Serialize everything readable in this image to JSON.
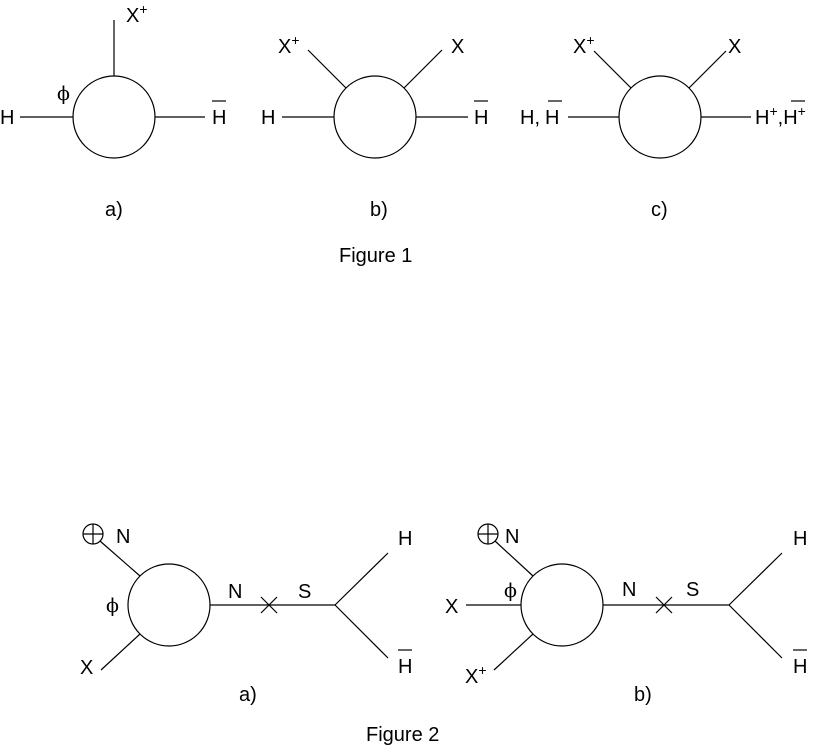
{
  "figure1": {
    "caption": "Figure 1",
    "a": {
      "sub": "a)",
      "top": "X",
      "top_sup": "+",
      "left": "H",
      "right": "H",
      "angle": "ϕ"
    },
    "b": {
      "sub": "b)",
      "top_left": "X",
      "top_left_sup": "+",
      "top_right": "X",
      "left": "H",
      "right": "H"
    },
    "c": {
      "sub": "c)",
      "top_left": "X",
      "top_left_sup": "+",
      "top_right": "X",
      "left_1": "H,",
      "left_2": "H",
      "right_1": "H",
      "right_1_sup": "+",
      "right_sep": ",",
      "right_2": "H",
      "right_2_sup": "+"
    }
  },
  "figure2": {
    "caption": "Figure 2",
    "a": {
      "sub": "a)",
      "top": "N",
      "bottom": "X",
      "angle": "ϕ",
      "prop1": "N",
      "prop2": "S",
      "out_top": "H",
      "out_bottom": "H"
    },
    "b": {
      "sub": "b)",
      "top": "N",
      "left": "X",
      "bottom": "X",
      "bottom_sup": "+",
      "angle": "ϕ",
      "prop1": "N",
      "prop2": "S",
      "out_top": "H",
      "out_bottom": "H"
    }
  }
}
